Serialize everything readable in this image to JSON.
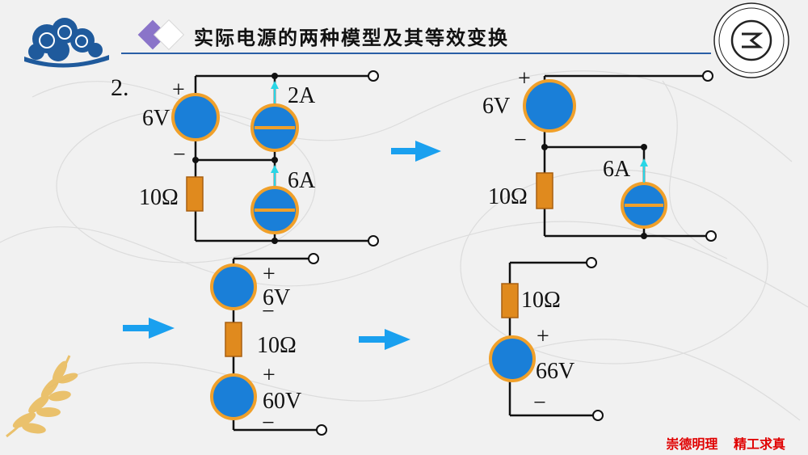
{
  "header": {
    "title": "实际电源的两种模型及其等效变换"
  },
  "problem_number": "2.",
  "circuit1": {
    "plus": "+",
    "minus": "−",
    "voltage": "6V",
    "current_top": "2A",
    "current_bottom": "6A",
    "resistor": "10Ω"
  },
  "circuit2": {
    "plus": "+",
    "minus": "−",
    "voltage": "6V",
    "current": "6A",
    "resistor": "10Ω"
  },
  "circuit3": {
    "plus_top": "+",
    "minus_top": "−",
    "voltage_top": "6V",
    "resistor": "10Ω",
    "plus_bottom": "+",
    "minus_bottom": "−",
    "voltage_bottom": "60V"
  },
  "circuit4": {
    "resistor": "10Ω",
    "plus": "+",
    "minus": "−",
    "voltage": "66V"
  },
  "footer": {
    "motto": "崇德明理  精工求真"
  },
  "colors": {
    "source_fill": "#1a7fd8",
    "source_ring": "#f0a02a",
    "resistor": "#e08a1e",
    "arrow": "#1aa0ef",
    "motto": "#e00000"
  }
}
